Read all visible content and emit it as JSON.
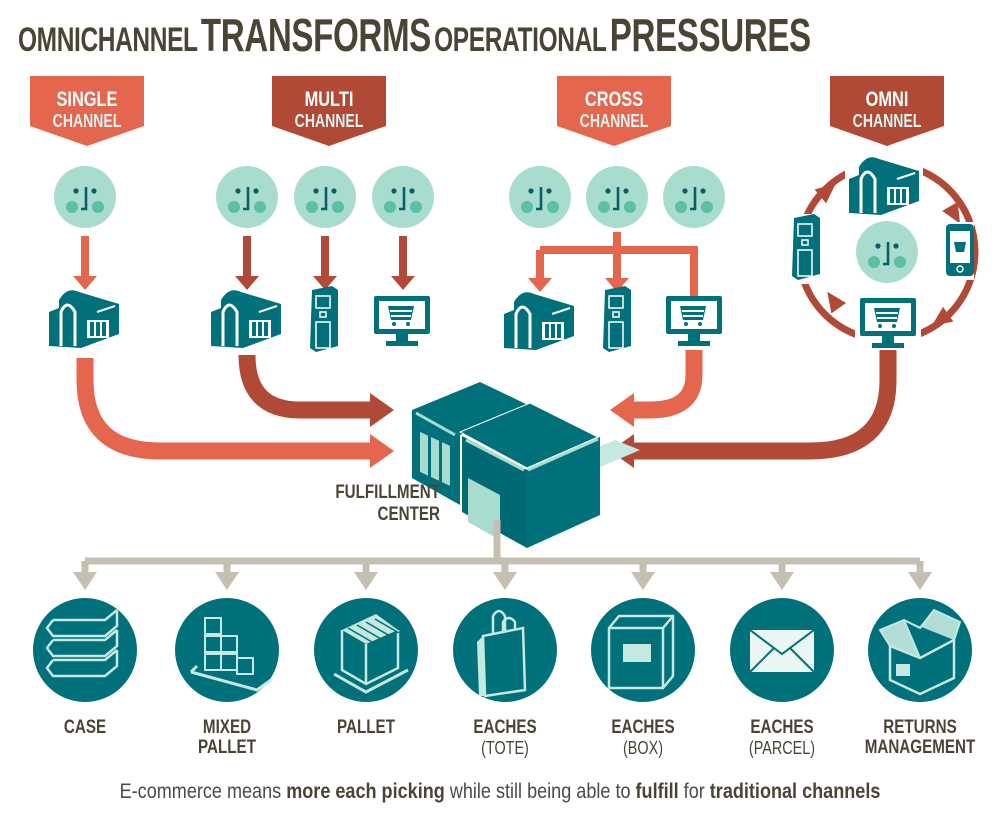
{
  "title": {
    "part1": "OMNICHANNEL",
    "part2": "TRANSFORMS",
    "part3": "OPERATIONAL",
    "part4": "PRESSURES"
  },
  "channels": [
    {
      "line1": "SINGLE",
      "line2": "CHANNEL",
      "color": "#e5664f",
      "customers": 1,
      "touchpoints": [
        "store"
      ]
    },
    {
      "line1": "MULTI",
      "line2": "CHANNEL",
      "color": "#b04a36",
      "customers": 3,
      "touchpoints": [
        "store",
        "kiosk",
        "online"
      ]
    },
    {
      "line1": "CROSS",
      "line2": "CHANNEL",
      "color": "#e5664f",
      "customers": 3,
      "touchpoints": [
        "store",
        "kiosk",
        "online"
      ]
    },
    {
      "line1": "OMNI",
      "line2": "CHANNEL",
      "color": "#b04a36",
      "customers": 1,
      "touchpoints": [
        "store",
        "mobile",
        "online",
        "kiosk"
      ]
    }
  ],
  "center": {
    "line1": "FULFILLMENT",
    "line2": "CENTER"
  },
  "outputs": [
    {
      "main": "CASE",
      "sub": "",
      "icon": "case-stack-icon"
    },
    {
      "main": "MIXED",
      "main2": "PALLET",
      "sub": "",
      "icon": "mixed-pallet-icon"
    },
    {
      "main": "PALLET",
      "sub": "",
      "icon": "pallet-icon"
    },
    {
      "main": "EACHES",
      "sub": "(TOTE)",
      "icon": "tote-bag-icon"
    },
    {
      "main": "EACHES",
      "sub": "(BOX)",
      "icon": "box-icon"
    },
    {
      "main": "EACHES",
      "sub": "(PARCEL)",
      "icon": "envelope-icon"
    },
    {
      "main": "RETURNS",
      "main2": "MANAGEMENT",
      "sub": "",
      "icon": "open-box-icon"
    }
  ],
  "footer": {
    "t1": "E-commerce means ",
    "b1": "more each picking",
    "t2": " while still being able to ",
    "b2": "fulfill",
    "t3": " for ",
    "b3": "traditional channels"
  },
  "colors": {
    "coral": "#e5664f",
    "brick": "#b04a36",
    "teal": "#00707a",
    "mint": "#a8dccf",
    "grey": "#c5bfb2",
    "text": "#4a4434"
  }
}
